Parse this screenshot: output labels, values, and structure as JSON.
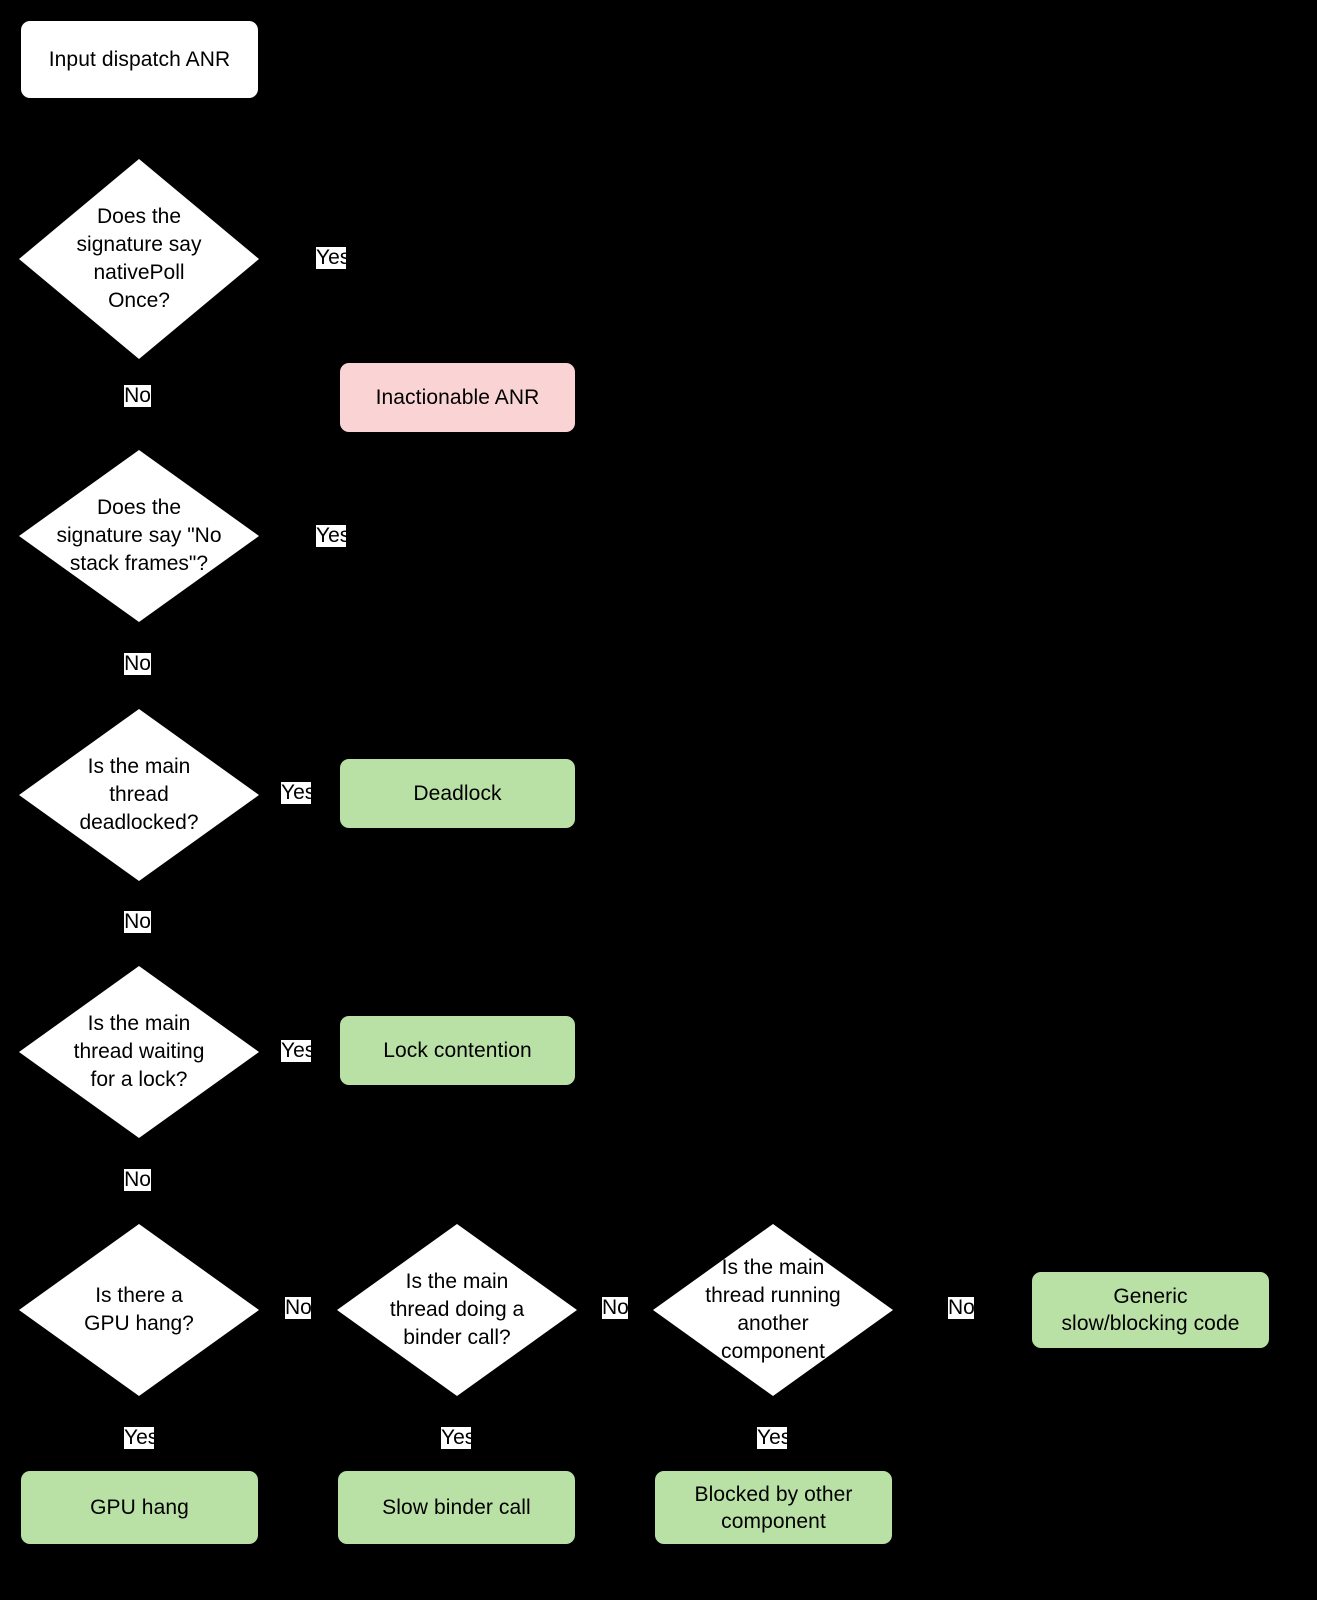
{
  "diagram": {
    "title": "Input dispatch ANR decision flowchart",
    "background_color": "#000000",
    "colors": {
      "process_fill": "#ffffff",
      "decision_fill": "#ffffff",
      "terminal_bad_fill": "#fad4d4",
      "terminal_good_fill": "#b9e0a5",
      "text": "#000000",
      "connector": "#000000",
      "edge_label_background": "#ffffff"
    }
  },
  "nodes": {
    "start": {
      "label": "Input dispatch ANR",
      "shape": "rounded-box",
      "fill": "#ffffff"
    },
    "q_nativepollonce": {
      "label": "Does the\nsignature say\nnativePoll\nOnce?",
      "shape": "diamond",
      "fill": "#ffffff"
    },
    "inactionable_anr": {
      "label": "Inactionable ANR",
      "shape": "rounded-box",
      "fill": "#fad4d4"
    },
    "q_no_stack_frames": {
      "label": "Does the\nsignature say \"No\nstack frames\"?",
      "shape": "diamond",
      "fill": "#ffffff"
    },
    "q_deadlocked": {
      "label": "Is the main\nthread\ndeadlocked?",
      "shape": "diamond",
      "fill": "#ffffff"
    },
    "deadlock": {
      "label": "Deadlock",
      "shape": "rounded-box",
      "fill": "#b9e0a5"
    },
    "q_waiting_lock": {
      "label": "Is the main\nthread waiting\nfor a lock?",
      "shape": "diamond",
      "fill": "#ffffff"
    },
    "lock_contention": {
      "label": "Lock contention",
      "shape": "rounded-box",
      "fill": "#b9e0a5"
    },
    "q_gpu_hang": {
      "label": "Is there a\nGPU hang?",
      "shape": "diamond",
      "fill": "#ffffff"
    },
    "gpu_hang": {
      "label": "GPU hang",
      "shape": "rounded-box",
      "fill": "#b9e0a5"
    },
    "q_binder_call": {
      "label": "Is the main\nthread doing a\nbinder call?",
      "shape": "diamond",
      "fill": "#ffffff"
    },
    "slow_binder_call": {
      "label": "Slow binder call",
      "shape": "rounded-box",
      "fill": "#b9e0a5"
    },
    "q_other_component": {
      "label": "Is the main\nthread running\nanother\ncomponent",
      "shape": "diamond",
      "fill": "#ffffff"
    },
    "blocked_by_other_component": {
      "label": "Blocked by other\ncomponent",
      "shape": "rounded-box",
      "fill": "#b9e0a5"
    },
    "generic_slow_blocking": {
      "label": "Generic\nslow/blocking code",
      "shape": "rounded-box",
      "fill": "#b9e0a5"
    }
  },
  "edge_labels": {
    "yes_nativepollonce": "Yes",
    "no_nativepollonce": "No",
    "yes_no_stack_frames": "Yes",
    "no_no_stack_frames": "No",
    "yes_deadlocked": "Yes",
    "no_deadlocked": "No",
    "yes_waiting_lock": "Yes",
    "no_waiting_lock": "No",
    "no_gpu_hang": "No",
    "yes_gpu_hang": "Yes",
    "no_binder_call": "No",
    "yes_binder_call": "Yes",
    "no_other_component": "No",
    "yes_other_component": "Yes"
  }
}
